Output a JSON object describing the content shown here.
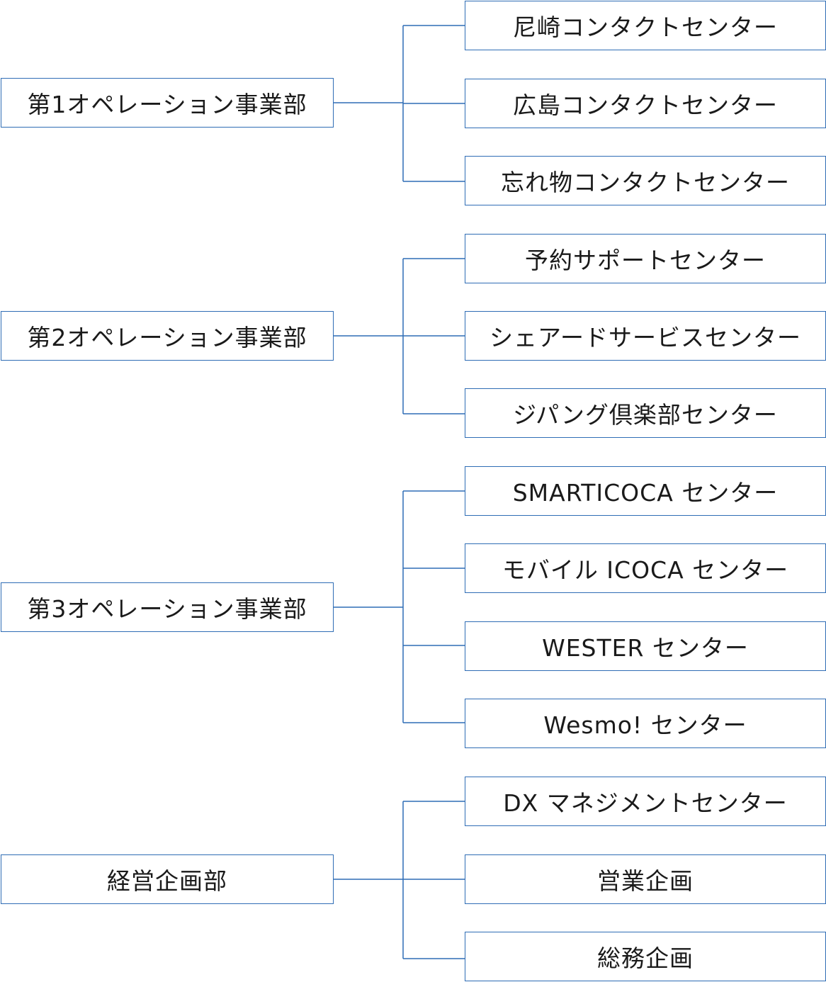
{
  "departments": [
    {
      "name": "第1オペレーション事業部",
      "centers": [
        "尼崎コンタクトセンター",
        "広島コンタクトセンター",
        "忘れ物コンタクトセンター"
      ]
    },
    {
      "name": "第2オペレーション事業部",
      "centers": [
        "予約サポートセンター",
        "シェアードサービスセンター",
        "ジパング倶楽部センター"
      ]
    },
    {
      "name": "第3オペレーション事業部",
      "centers": [
        "SMARTICOCA センター",
        "モバイル ICOCA センター",
        "WESTER センター",
        "Wesmo! センター"
      ]
    },
    {
      "name": "経営企画部",
      "centers": [
        "DX マネジメントセンター",
        "営業企画",
        "総務企画"
      ]
    }
  ],
  "colors": {
    "line": "#2f6db5",
    "text": "#1a1a1a",
    "background": "#ffffff"
  }
}
